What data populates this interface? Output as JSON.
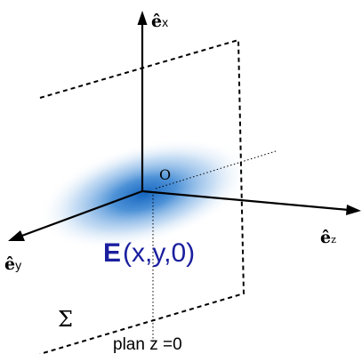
{
  "diagram": {
    "axes": {
      "x": {
        "hat": "ê",
        "sub": "x"
      },
      "y": {
        "hat": "ê",
        "sub": "y"
      },
      "z": {
        "hat": "ê",
        "sub": "z"
      }
    },
    "origin_label": "O",
    "field_label": {
      "bold": "E",
      "args": "(x,y,0)"
    },
    "plane_symbol": "Σ",
    "plane_caption": "plan z =0",
    "colors": {
      "axis": "#000000",
      "field_text": "#1a1f9e",
      "blob_core": "#1565c0",
      "blob_edge": "#ffffff"
    }
  }
}
